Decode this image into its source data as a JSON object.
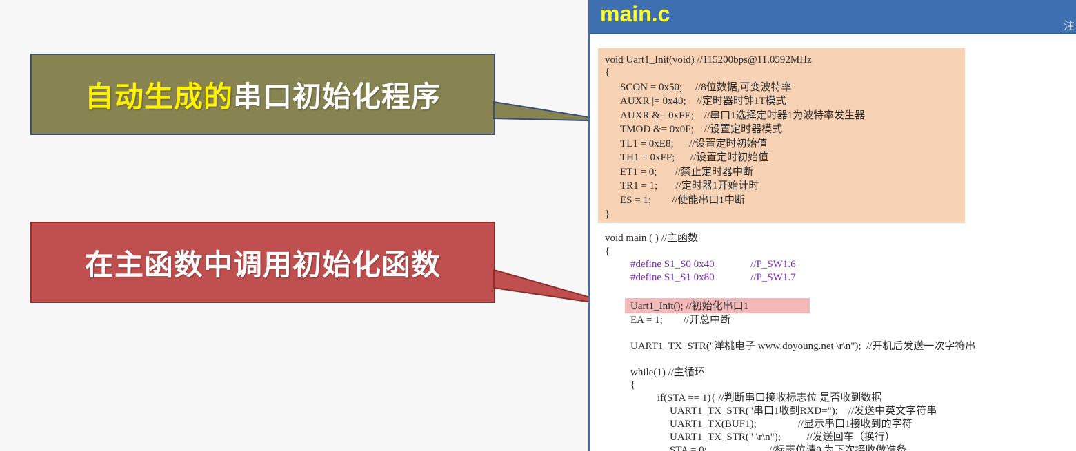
{
  "callouts": {
    "first": {
      "highlight": "自动生成的",
      "rest": "串口初始化程序"
    },
    "second": {
      "text": "在主函数中调用初始化函数"
    }
  },
  "window": {
    "title": "main.c",
    "corner_glyph": "注"
  },
  "colors": {
    "title_bar": "#3e6fb0",
    "title_text": "#ffff33",
    "callout_olive": "#878452",
    "callout_red": "#c05050",
    "init_highlight": "#f7d2b5",
    "call_highlight": "#f6b9b9",
    "keyword": "#7a2bb8",
    "comment": "#4a8a3a"
  },
  "code": {
    "init_func": [
      "void Uart1_Init(void) //115200bps@11.0592MHz",
      "{",
      "SCON = 0x50;     //8位数据,可变波特率",
      "AUXR |= 0x40;    //定时器时钟1T模式",
      "AUXR &= 0xFE;    //串口1选择定时器1为波特率发生器",
      "TMOD &= 0x0F;    //设置定时器模式",
      "TL1 = 0xE8;      //设置定时初始值",
      "TH1 = 0xFF;      //设置定时初始值",
      "ET1 = 0;       //禁止定时器中断",
      "TR1 = 1;       //定时器1开始计时",
      "ES = 1;        //使能串口1中断",
      "}"
    ],
    "main_func": {
      "signature": "void main ( ) //主函数",
      "open_brace": "{",
      "define1": "#define S1_S0 0x40              //P_SW1.6",
      "define2": "#define S1_S1 0x80              //P_SW1.7",
      "init_call": "Uart1_Init(); //初始化串口1",
      "ea": "EA = 1;        //开总中断",
      "tx_str": "UART1_TX_STR(\"洋桃电子 www.doyoung.net \\r\\n\");  //开机后发送一次字符串",
      "while": "while(1) //主循环",
      "while_brace": "{",
      "if": "if(STA == 1){ //判断串口接收标志位 是否收到数据",
      "tx1": "UART1_TX_STR(\"串口1收到RXD=\");    //发送中英文字符串",
      "tx2": "UART1_TX(BUF1);                //显示串口1接收到的字符",
      "tx3": "UART1_TX_STR(\" \\r\\n\");          //发送回车（换行）",
      "sta": "STA = 0;                        //标志位清0 为下次接收做准备"
    }
  }
}
